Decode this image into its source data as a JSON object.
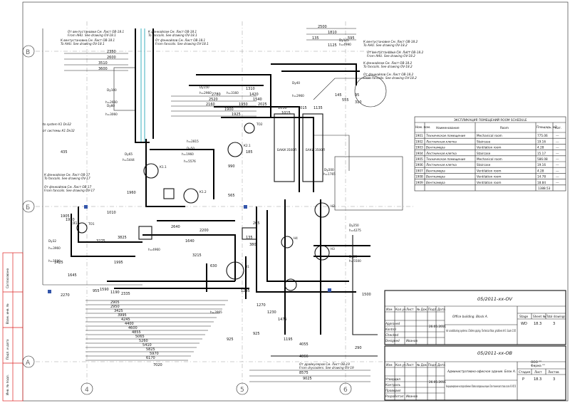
{
  "axes": {
    "rows": [
      "В",
      "Б",
      "А"
    ],
    "cols": [
      "4",
      "5",
      "6"
    ]
  },
  "flow_labels": {
    "left_top": [
      "От вентустановки См. Лист ОВ-18.1",
      "From AHU. See drawing OV-18.1",
      "К вентустановке См. Лист ОВ-18.1",
      "To AHU. See drawing OV-18.1",
      "От фэнкойлов См. Лист ОВ-18.1",
      "From fancoils. See drawing OV-18.1",
      "К фэнкойлам См. Лист ОВ-18.1",
      "To fancoils. See drawing OV-18.1"
    ],
    "right_top": [
      "К вентустановке См. Лист ОВ-18.2",
      "To AHU. See drawing OV-18.2",
      "От вентустановки См. Лист ОВ-18.2",
      "From AHU. See drawing OV-18.2",
      "К фэнкойлам См. Лист ОВ-18.2",
      "To fancoils. See drawing OV-18.2",
      "От фэнкойлов См. Лист ОВ-18.2",
      "From fancoils. See drawing OV-18.2"
    ],
    "left_mid": [
      "К фэнкойлам См. Лист ОВ-17",
      "To fancoils. See drawing OV-17",
      "От фэнкойлов См. Лист ОВ-17",
      "From fancoils. See drawing OV-17"
    ],
    "system": [
      "to system K1 Dn32",
      "от системы К1 Dn32"
    ],
    "bottom": [
      "От драйкулеров См. Лист ОВ-19",
      "From drycoolers. See drawing OV-19"
    ]
  },
  "dimensions": {
    "top_stack": [
      "2350",
      "2600",
      "3510",
      "3600"
    ],
    "top_right": [
      "2500",
      "1810",
      "135",
      "595",
      "1125",
      "145",
      "555",
      "95",
      "310"
    ],
    "mid_stack": [
      "2780",
      "2520",
      "2160",
      "1310",
      "1420",
      "1540",
      "1900",
      "1925",
      "1950",
      "2025"
    ],
    "left_side": [
      "435",
      "1905",
      "1920",
      "1915",
      "1425",
      "1645",
      "1590",
      "2270",
      "955",
      "1010"
    ],
    "center": [
      "1030",
      "1015",
      "1135",
      "185",
      "990",
      "3825",
      "2640",
      "2200",
      "1640",
      "1960",
      "925",
      "630",
      "1295",
      "1270",
      "1230",
      "1475",
      "135",
      "205",
      "380",
      "1015",
      "565"
    ],
    "bottom_stack": [
      "2905",
      "2950",
      "3425",
      "3995",
      "4245",
      "4400",
      "4600",
      "4855",
      "5065",
      "5260",
      "5410",
      "5825",
      "5970",
      "6170",
      "7020"
    ],
    "bottom_right": [
      "1500",
      "925",
      "1195",
      "4055",
      "4066",
      "8575",
      "9025",
      "290",
      "3275",
      "2335",
      "1190",
      "1995",
      "3215"
    ],
    "levels": [
      "h=2660",
      "h=3060",
      "h=2960",
      "h=3160",
      "h=2815",
      "h=1960",
      "h=5444",
      "h=3960",
      "h=1500",
      "h=4275",
      "h=5576",
      "h=4960",
      "h=4990",
      "h=2960",
      "h=3965",
      "h=5500",
      "h=1765"
    ]
  },
  "pipe_labels": [
    "Dy100",
    "Dy80",
    "Dy150",
    "Dy65",
    "Dy50",
    "Dy40",
    "Dy125",
    "Dy32",
    "Dy200",
    "Dy250",
    "Dy25"
  ],
  "equipment": [
    "БАКИ 3500Л",
    "БАКИ 3500Л",
    "К1.1",
    "К1.2",
    "К2.1",
    "Н1",
    "Н2",
    "Н3",
    "Н4",
    "ТО1",
    "ТО2"
  ],
  "room_schedule": {
    "title": "ЭКСПЛИКАЦИЯ ПОМЕЩЕНИЙ       ROOM SCHEDULE",
    "headers": [
      "Ном. пом.",
      "Наименование",
      "Room",
      "Площадь, м2",
      "Кат."
    ],
    "rows": [
      [
        "1901",
        "Техническое помещение",
        "Mechanical room",
        "775.06",
        "---"
      ],
      [
        "1902",
        "Лестничная клетка",
        "Staircase",
        "19.16",
        "---"
      ],
      [
        "1903",
        "Венткамера",
        "Ventilation room",
        "4.28",
        "---"
      ],
      [
        "1904",
        "Лестничная клетка",
        "Staircase",
        "15.17",
        "---"
      ],
      [
        "1905",
        "Техническое помещение",
        "Mechanical room",
        "586.08",
        "---"
      ],
      [
        "1906",
        "Лестничная клетка",
        "Staircase",
        "19.16",
        "---"
      ],
      [
        "1907",
        "Венткамера",
        "Ventilation room",
        "4.28",
        "---"
      ],
      [
        "1908",
        "Венткамера",
        "Ventilation room",
        "14.78",
        "---"
      ],
      [
        "1909",
        "Венткамера",
        "Ventilation room",
        "18.84",
        "---"
      ]
    ],
    "total": "1388.53"
  },
  "title_block_en": {
    "code": "05/2011-xx-OV",
    "col_headers": [
      "Изм",
      "Кол.уч",
      "Лист",
      "№ Док.",
      "Подп.",
      "Дата"
    ],
    "roles": [
      "Approved",
      "Kontrol",
      "Checked",
      "Designed"
    ],
    "designer": "Иванов",
    "date": "26.05.2011",
    "project": "Office building. Block A.",
    "sheet_title": "Air conditioning systems. Chillers piping. Technical floor, gridlines 4-6. Scale 1:50",
    "stage_headers": [
      "Stage",
      "Sheet №",
      "Total drawings"
    ],
    "stage_values": [
      "WD",
      "18.3",
      "3"
    ]
  },
  "title_block_ru": {
    "code": "05/2011-xx-OB",
    "company": [
      "ООО \"\"",
      "Фирма \"\"",
      "г.Минск"
    ],
    "col_headers": [
      "Изм",
      "Кол.уч",
      "Лист",
      "№ Док.",
      "Подп.",
      "Дата"
    ],
    "roles": [
      "Утвердил",
      "Контроль",
      "Проверил",
      "Разработал"
    ],
    "designer": "Иванов",
    "date": "26.05.2011",
    "project": "Административно-офисное здание. Блок А.",
    "sheet_title": "Кондиционирование и холодоснабжение. Обвязка холодильных машин. План технического этажа в осях 4-6. М1:50",
    "stage_headers": [
      "Стадия",
      "Лист",
      "Листов"
    ],
    "stage_values": [
      "Р",
      "18.3",
      "3"
    ]
  },
  "left_margin": [
    "Инв. № подл.",
    "Подп. и дата",
    "Взам. инв. №",
    "Согласовано"
  ]
}
